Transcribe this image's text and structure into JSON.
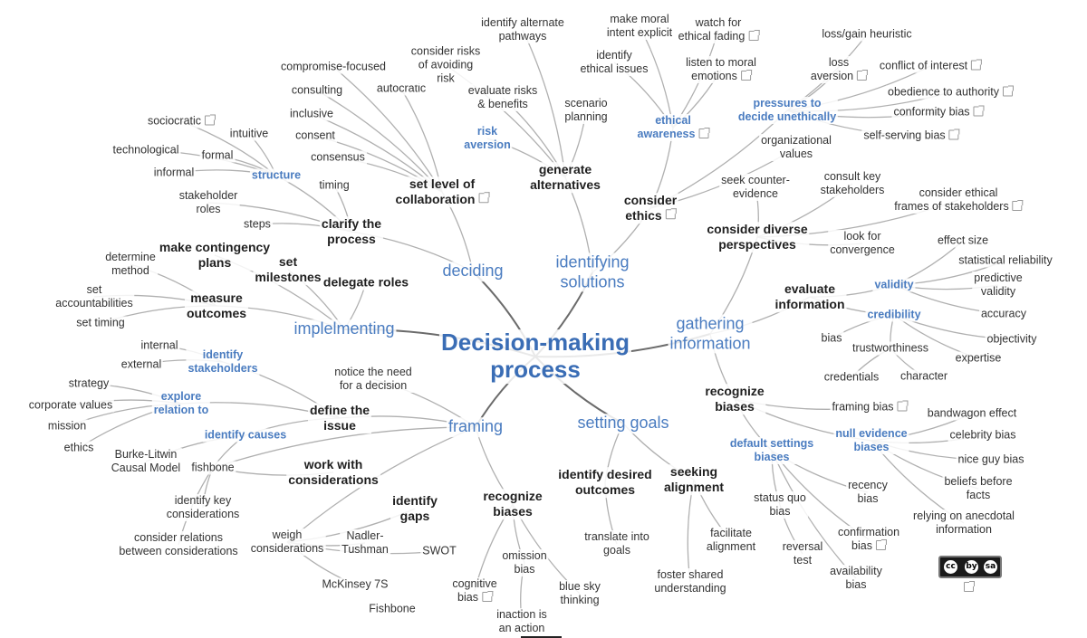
{
  "mindmap": {
    "root": [
      "Decision-making",
      "process"
    ],
    "branches": [
      {
        "label": [
          "deciding"
        ]
      },
      {
        "label": [
          "identifying",
          "solutions"
        ]
      },
      {
        "label": [
          "gathering",
          "information"
        ]
      },
      {
        "label": [
          "setting goals"
        ]
      },
      {
        "label": [
          "framing"
        ]
      },
      {
        "label": [
          "implelmenting"
        ]
      }
    ]
  },
  "license": {
    "badge_text": "cc",
    "badge_symbols": [
      "cc",
      "by",
      "sa"
    ]
  },
  "icons": {
    "external_link": "external-link-icon",
    "license_badge": "cc-by-sa-icon"
  },
  "colors": {
    "root": "#3a6db5",
    "branch": "#4a7cc0",
    "subtopic": "#4a7cc0",
    "text": "#333333",
    "edge": "#b0b0b0",
    "main_edge": "#6b6b6b"
  },
  "nodes": [
    {
      "label": [
        "Decision-making",
        "process"
      ],
      "style": "root"
    },
    {
      "label": [
        "deciding"
      ],
      "style": "main"
    },
    {
      "label": [
        "identifying",
        "solutions"
      ],
      "style": "main"
    },
    {
      "label": [
        "gathering",
        "information"
      ],
      "style": "main"
    },
    {
      "label": [
        "setting goals"
      ],
      "style": "main"
    },
    {
      "label": [
        "framing"
      ],
      "style": "main"
    },
    {
      "label": [
        "implelmenting"
      ],
      "style": "main"
    },
    {
      "label": [
        "set level of",
        "collaboration"
      ],
      "style": "bold",
      "ext": true
    },
    {
      "label": [
        "compromise-focused"
      ],
      "style": "leaf"
    },
    {
      "label": [
        "autocratic"
      ],
      "style": "leaf"
    },
    {
      "label": [
        "consulting"
      ],
      "style": "leaf"
    },
    {
      "label": [
        "inclusive"
      ],
      "style": "leaf"
    },
    {
      "label": [
        "consent"
      ],
      "style": "leaf"
    },
    {
      "label": [
        "consensus"
      ],
      "style": "leaf"
    },
    {
      "label": [
        "clarify the",
        "process"
      ],
      "style": "bold"
    },
    {
      "label": [
        "timing"
      ],
      "style": "leaf"
    },
    {
      "label": [
        "stakeholder",
        "roles"
      ],
      "style": "leaf"
    },
    {
      "label": [
        "steps"
      ],
      "style": "leaf"
    },
    {
      "label": [
        "structure"
      ],
      "style": "blue"
    },
    {
      "label": [
        "sociocratic"
      ],
      "style": "leaf",
      "ext": true
    },
    {
      "label": [
        "intuitive"
      ],
      "style": "leaf"
    },
    {
      "label": [
        "technological"
      ],
      "style": "leaf"
    },
    {
      "label": [
        "formal"
      ],
      "style": "leaf"
    },
    {
      "label": [
        "informal"
      ],
      "style": "leaf"
    },
    {
      "label": [
        "generate",
        "alternatives"
      ],
      "style": "bold"
    },
    {
      "label": [
        "identify alternate",
        "pathways"
      ],
      "style": "leaf"
    },
    {
      "label": [
        "consider risks",
        "of avoiding",
        "risk"
      ],
      "style": "leaf"
    },
    {
      "label": [
        "evaluate risks",
        "& benefits"
      ],
      "style": "leaf"
    },
    {
      "label": [
        "scenario",
        "planning"
      ],
      "style": "leaf"
    },
    {
      "label": [
        "risk",
        "aversion"
      ],
      "style": "blue"
    },
    {
      "label": [
        "consider",
        "ethics"
      ],
      "style": "bold",
      "ext": true
    },
    {
      "label": [
        "ethical",
        "awareness"
      ],
      "style": "blue",
      "ext": true
    },
    {
      "label": [
        "make moral",
        "intent explicit"
      ],
      "style": "leaf"
    },
    {
      "label": [
        "identify",
        "ethical issues"
      ],
      "style": "leaf"
    },
    {
      "label": [
        "watch for",
        "ethical fading"
      ],
      "style": "leaf",
      "ext": true
    },
    {
      "label": [
        "listen to moral",
        "emotions"
      ],
      "style": "leaf",
      "ext": true
    },
    {
      "label": [
        "pressures to",
        "decide unethically"
      ],
      "style": "blue"
    },
    {
      "label": [
        "loss/gain heuristic"
      ],
      "style": "leaf"
    },
    {
      "label": [
        "loss",
        "aversion"
      ],
      "style": "leaf",
      "ext": true
    },
    {
      "label": [
        "conflict of interest"
      ],
      "style": "leaf",
      "ext": true
    },
    {
      "label": [
        "obedience to authority"
      ],
      "style": "leaf",
      "ext": true
    },
    {
      "label": [
        "conformity bias"
      ],
      "style": "leaf",
      "ext": true
    },
    {
      "label": [
        "self-serving bias"
      ],
      "style": "leaf",
      "ext": true
    },
    {
      "label": [
        "organizational",
        "values"
      ],
      "style": "leaf"
    },
    {
      "label": [
        "consider diverse",
        "perspectives"
      ],
      "style": "bold"
    },
    {
      "label": [
        "seek counter-",
        "evidence"
      ],
      "style": "leaf"
    },
    {
      "label": [
        "consult key",
        "stakeholders"
      ],
      "style": "leaf"
    },
    {
      "label": [
        "consider ethical",
        "frames of stakeholders"
      ],
      "style": "leaf",
      "ext": true
    },
    {
      "label": [
        "look for",
        "convergence"
      ],
      "style": "leaf"
    },
    {
      "label": [
        "evaluate",
        "information"
      ],
      "style": "bold"
    },
    {
      "label": [
        "validity"
      ],
      "style": "blue"
    },
    {
      "label": [
        "effect size"
      ],
      "style": "leaf"
    },
    {
      "label": [
        "statistical reliability"
      ],
      "style": "leaf"
    },
    {
      "label": [
        "predictive",
        "validity"
      ],
      "style": "leaf"
    },
    {
      "label": [
        "accuracy"
      ],
      "style": "leaf"
    },
    {
      "label": [
        "credibility"
      ],
      "style": "blue"
    },
    {
      "label": [
        "bias"
      ],
      "style": "leaf"
    },
    {
      "label": [
        "trustworthiness"
      ],
      "style": "leaf"
    },
    {
      "label": [
        "objectivity"
      ],
      "style": "leaf"
    },
    {
      "label": [
        "expertise"
      ],
      "style": "leaf"
    },
    {
      "label": [
        "credentials"
      ],
      "style": "leaf"
    },
    {
      "label": [
        "character"
      ],
      "style": "leaf"
    },
    {
      "label": [
        "recognize",
        "biases"
      ],
      "style": "bold"
    },
    {
      "label": [
        "framing bias"
      ],
      "style": "leaf",
      "ext": true
    },
    {
      "label": [
        "null evidence",
        "biases"
      ],
      "style": "blue"
    },
    {
      "label": [
        "bandwagon effect"
      ],
      "style": "leaf"
    },
    {
      "label": [
        "celebrity bias"
      ],
      "style": "leaf"
    },
    {
      "label": [
        "nice guy bias"
      ],
      "style": "leaf"
    },
    {
      "label": [
        "beliefs before",
        "facts"
      ],
      "style": "leaf"
    },
    {
      "label": [
        "relying on anecdotal",
        "information"
      ],
      "style": "leaf"
    },
    {
      "label": [
        "default settings",
        "biases"
      ],
      "style": "blue"
    },
    {
      "label": [
        "status quo",
        "bias"
      ],
      "style": "leaf"
    },
    {
      "label": [
        "recency",
        "bias"
      ],
      "style": "leaf"
    },
    {
      "label": [
        "confirmation",
        "bias"
      ],
      "style": "leaf",
      "ext": true
    },
    {
      "label": [
        "reversal",
        "test"
      ],
      "style": "leaf"
    },
    {
      "label": [
        "availability",
        "bias"
      ],
      "style": "leaf"
    },
    {
      "label": [
        "identify desired",
        "outcomes"
      ],
      "style": "bold"
    },
    {
      "label": [
        "translate into",
        "goals"
      ],
      "style": "leaf"
    },
    {
      "label": [
        "seeking",
        "alignment"
      ],
      "style": "bold"
    },
    {
      "label": [
        "facilitate",
        "alignment"
      ],
      "style": "leaf"
    },
    {
      "label": [
        "foster shared",
        "understanding"
      ],
      "style": "leaf"
    },
    {
      "label": [
        "notice the need",
        "for a decision"
      ],
      "style": "leaf"
    },
    {
      "label": [
        "define the",
        "issue"
      ],
      "style": "bold"
    },
    {
      "label": [
        "identify",
        "stakeholders"
      ],
      "style": "blue"
    },
    {
      "label": [
        "internal"
      ],
      "style": "leaf"
    },
    {
      "label": [
        "external"
      ],
      "style": "leaf"
    },
    {
      "label": [
        "explore",
        "relation to"
      ],
      "style": "blue"
    },
    {
      "label": [
        "strategy"
      ],
      "style": "leaf"
    },
    {
      "label": [
        "corporate values"
      ],
      "style": "leaf"
    },
    {
      "label": [
        "mission"
      ],
      "style": "leaf"
    },
    {
      "label": [
        "ethics"
      ],
      "style": "leaf"
    },
    {
      "label": [
        "identify causes"
      ],
      "style": "blue"
    },
    {
      "label": [
        "Burke-Litwin",
        "Causal Model"
      ],
      "style": "leaf"
    },
    {
      "label": [
        "fishbone"
      ],
      "style": "leaf"
    },
    {
      "label": [
        "work with",
        "considerations"
      ],
      "style": "bold"
    },
    {
      "label": [
        "identify key",
        "considerations"
      ],
      "style": "leaf"
    },
    {
      "label": [
        "consider relations",
        "between considerations"
      ],
      "style": "leaf"
    },
    {
      "label": [
        "weigh",
        "considerations"
      ],
      "style": "leaf"
    },
    {
      "label": [
        "identify",
        "gaps"
      ],
      "style": "bold"
    },
    {
      "label": [
        "Nadler-",
        "Tushman"
      ],
      "style": "leaf"
    },
    {
      "label": [
        "SWOT"
      ],
      "style": "leaf"
    },
    {
      "label": [
        "McKinsey 7S"
      ],
      "style": "leaf"
    },
    {
      "label": [
        "Fishbone"
      ],
      "style": "leaf"
    },
    {
      "label": [
        "recognize",
        "biases"
      ],
      "style": "bold"
    },
    {
      "label": [
        "cognitive",
        "bias"
      ],
      "style": "leaf",
      "ext": true
    },
    {
      "label": [
        "omission",
        "bias"
      ],
      "style": "leaf"
    },
    {
      "label": [
        "blue sky",
        "thinking"
      ],
      "style": "leaf"
    },
    {
      "label": [
        "inaction is",
        "an action"
      ],
      "style": "leaf"
    },
    {
      "label": [
        "make contingency",
        "plans"
      ],
      "style": "bold"
    },
    {
      "label": [
        "set",
        "milestones"
      ],
      "style": "bold"
    },
    {
      "label": [
        "delegate roles"
      ],
      "style": "bold"
    },
    {
      "label": [
        "measure",
        "outcomes"
      ],
      "style": "bold"
    },
    {
      "label": [
        "determine",
        "method"
      ],
      "style": "leaf"
    },
    {
      "label": [
        "set",
        "accountabilities"
      ],
      "style": "leaf"
    },
    {
      "label": [
        "set timing"
      ],
      "style": "leaf"
    }
  ]
}
